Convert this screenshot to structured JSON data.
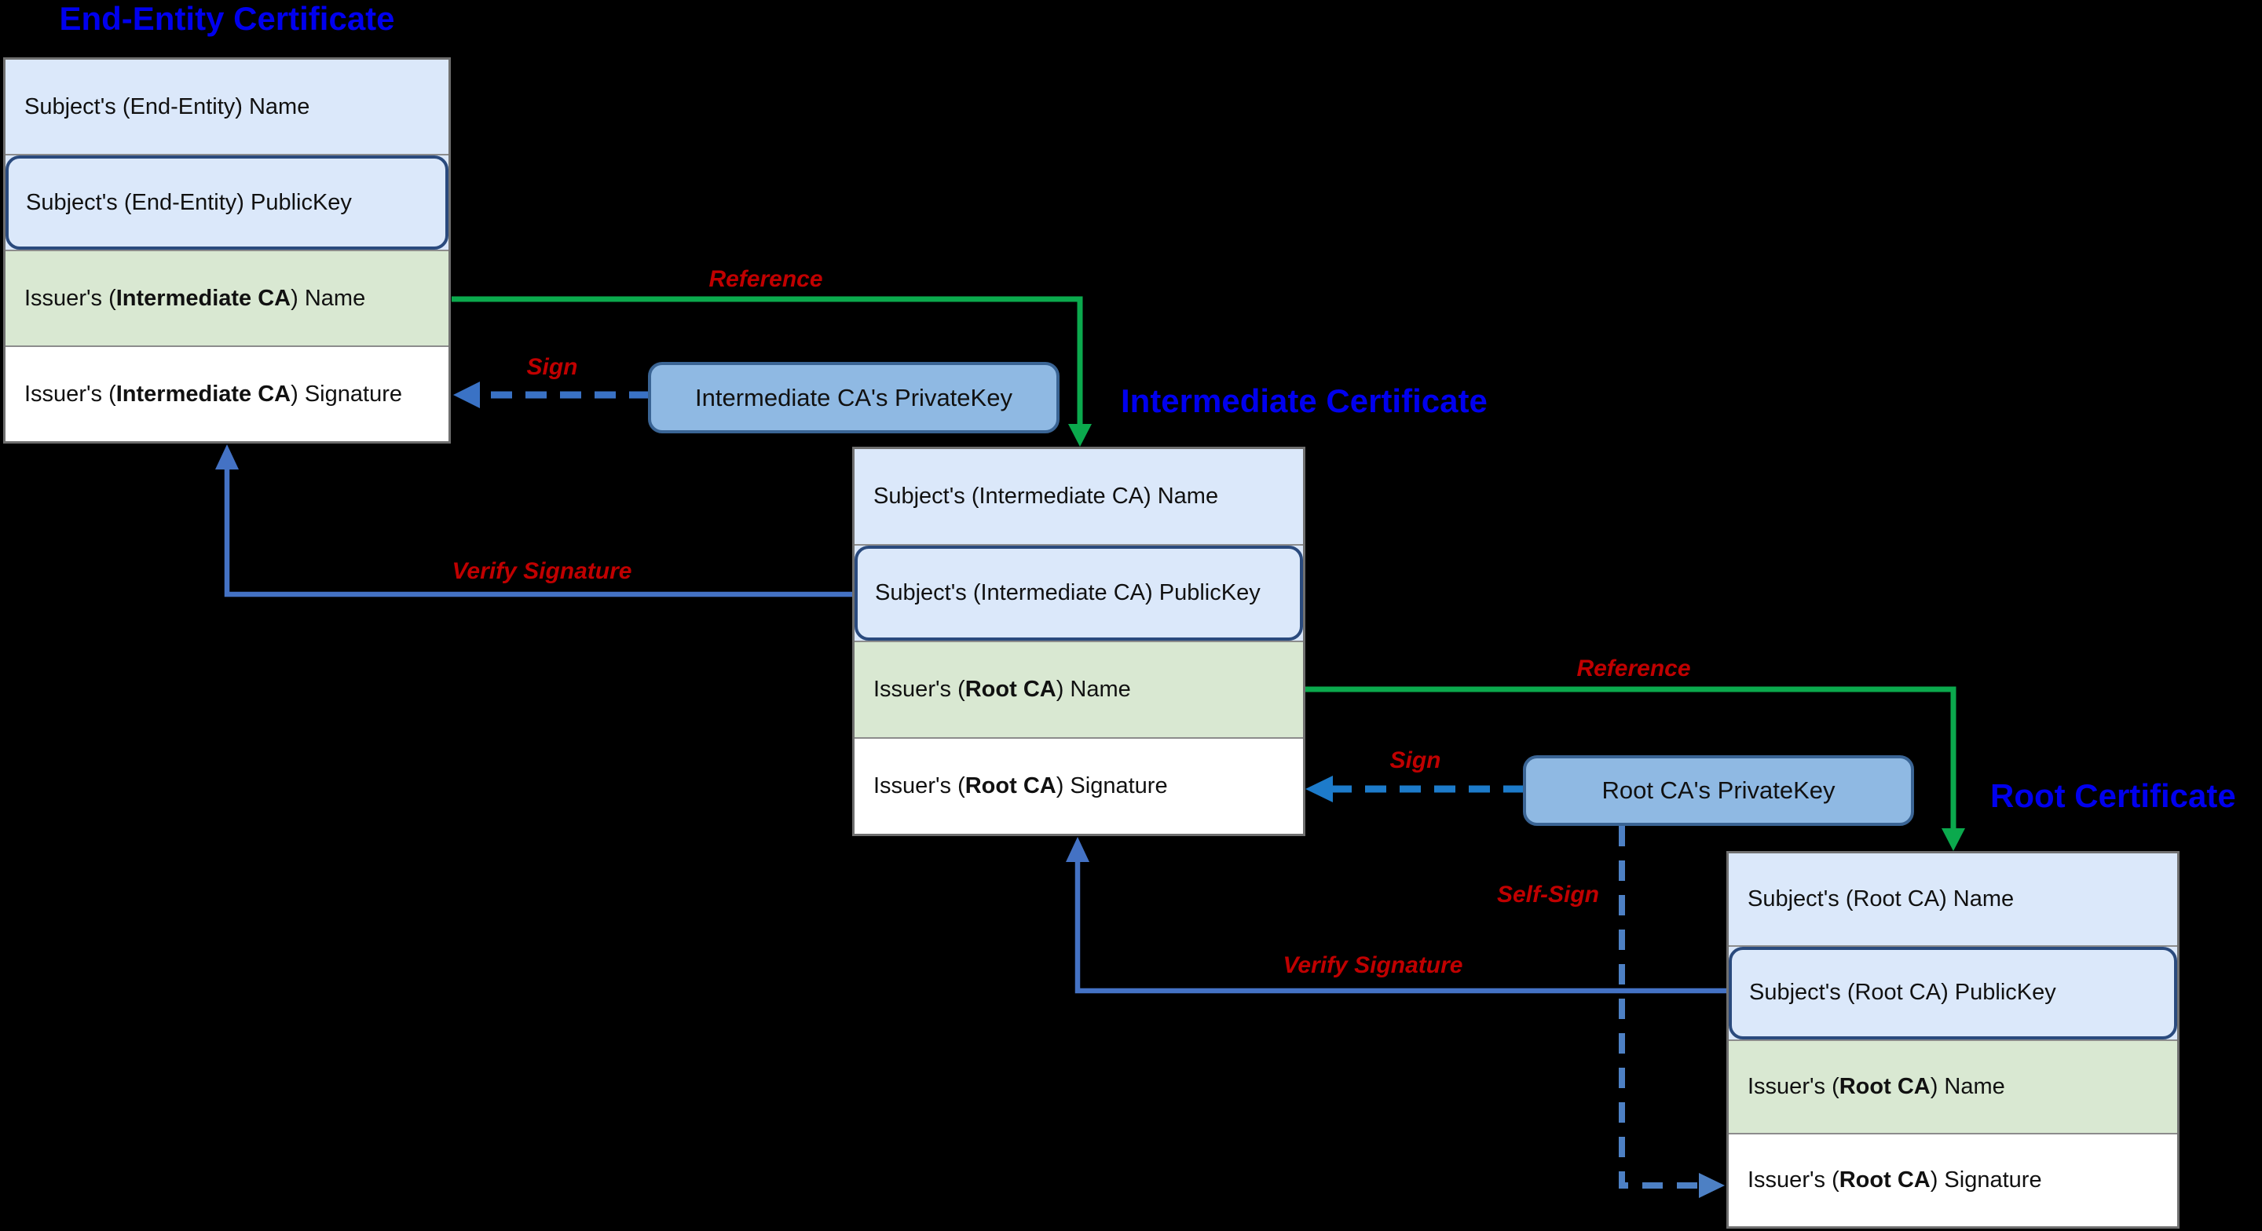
{
  "colors": {
    "title": "#0000ee",
    "label": "#c00000",
    "green_arrow": "#0ba94d",
    "blue_arrow": "#4472c4",
    "sign_arrow_1": "#3a72c5",
    "sign_arrow_2": "#1d7bca",
    "self_sign_arrow": "#4d80c4",
    "subject_fill": "#dbe8fa",
    "issuer_fill": "#d9e8d2",
    "signature_fill": "#ffffff",
    "pk_fill": "#8fb9e3",
    "pk_border": "#3a6494",
    "publickey_border": "#2a4a7d",
    "box_border": "#6f6f6f",
    "divider": "#8c8c8c",
    "background": "#000000"
  },
  "certificates": [
    {
      "title": "End-Entity Certificate",
      "rows": [
        {
          "style": "subject-name",
          "segments": [
            {
              "text": "Subject's (End-Entity) Name",
              "bold": false
            }
          ]
        },
        {
          "style": "subject-publickey",
          "segments": [
            {
              "text": "Subject's (End-Entity) PublicKey",
              "bold": false
            }
          ]
        },
        {
          "style": "issuer-name",
          "segments": [
            {
              "text": "Issuer's (",
              "bold": false
            },
            {
              "text": "Intermediate CA",
              "bold": true
            },
            {
              "text": ") Name",
              "bold": false
            }
          ]
        },
        {
          "style": "issuer-signature",
          "segments": [
            {
              "text": "Issuer's (",
              "bold": false
            },
            {
              "text": "Intermediate CA",
              "bold": true
            },
            {
              "text": ") Signature",
              "bold": false
            }
          ]
        }
      ]
    },
    {
      "title": "Intermediate Certificate",
      "rows": [
        {
          "style": "subject-name",
          "segments": [
            {
              "text": "Subject's (Intermediate CA) Name",
              "bold": false
            }
          ]
        },
        {
          "style": "subject-publickey",
          "segments": [
            {
              "text": "Subject's (Intermediate CA) PublicKey",
              "bold": false
            }
          ]
        },
        {
          "style": "issuer-name",
          "segments": [
            {
              "text": "Issuer's (",
              "bold": false
            },
            {
              "text": "Root CA",
              "bold": true
            },
            {
              "text": ") Name",
              "bold": false
            }
          ]
        },
        {
          "style": "issuer-signature",
          "segments": [
            {
              "text": "Issuer's (",
              "bold": false
            },
            {
              "text": "Root CA",
              "bold": true
            },
            {
              "text": ") Signature",
              "bold": false
            }
          ]
        }
      ]
    },
    {
      "title": "Root Certificate",
      "rows": [
        {
          "style": "subject-name",
          "segments": [
            {
              "text": "Subject's (Root CA) Name",
              "bold": false
            }
          ]
        },
        {
          "style": "subject-publickey",
          "segments": [
            {
              "text": "Subject's (Root CA) PublicKey",
              "bold": false
            }
          ]
        },
        {
          "style": "issuer-name",
          "segments": [
            {
              "text": "Issuer's (",
              "bold": false
            },
            {
              "text": "Root CA",
              "bold": true
            },
            {
              "text": ") Name",
              "bold": false
            }
          ]
        },
        {
          "style": "issuer-signature",
          "segments": [
            {
              "text": "Issuer's (",
              "bold": false
            },
            {
              "text": "Root CA",
              "bold": true
            },
            {
              "text": ") Signature",
              "bold": false
            }
          ]
        }
      ]
    }
  ],
  "private_keys": [
    {
      "label": "Intermediate CA's PrivateKey"
    },
    {
      "label": "Root CA's PrivateKey"
    }
  ],
  "edge_labels": {
    "reference1": "Reference",
    "sign1": "Sign",
    "verify1": "Verify Signature",
    "reference2": "Reference",
    "sign2": "Sign",
    "verify2": "Verify Signature",
    "self_sign": "Self-Sign"
  }
}
